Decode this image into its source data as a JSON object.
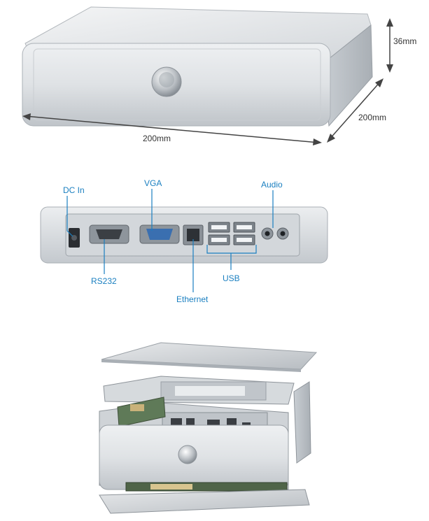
{
  "dimensions": {
    "height": "36mm",
    "depth": "200mm",
    "width": "200mm"
  },
  "ports": {
    "dc_in": "DC In",
    "vga": "VGA",
    "audio": "Audio",
    "rs232": "RS232",
    "usb": "USB",
    "ethernet": "Ethernet"
  },
  "colors": {
    "callout": "#1a7fc0",
    "aluminum": "#d9dde1",
    "dimension_arrow": "#444444"
  }
}
